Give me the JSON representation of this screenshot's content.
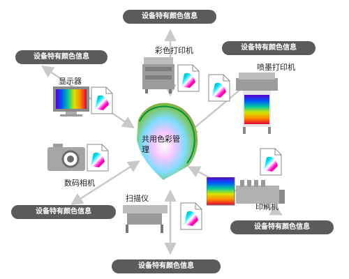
{
  "center": {
    "label": "共用色彩管理"
  },
  "pill_text": "设备特有颜色信息",
  "pills": {
    "top": "设备特有颜色信息",
    "upper_left": "设备特有颜色信息",
    "upper_right": "设备特有颜色信息",
    "lower_left": "设备特有颜色信息",
    "lower_right": "设备特有颜色信息",
    "bottom": "设备特有颜色信息"
  },
  "devices": {
    "monitor": "显示器",
    "color_printer": "彩色打印机",
    "inkjet_printer": "喷墨打印机",
    "camera": "数码相机",
    "scanner": "扫描仪",
    "press": "印刷机"
  },
  "colors": {
    "pill_bg": "#5b5b5b",
    "arrow": "#c8c8c8",
    "device_gray": "#9a9a9a"
  }
}
